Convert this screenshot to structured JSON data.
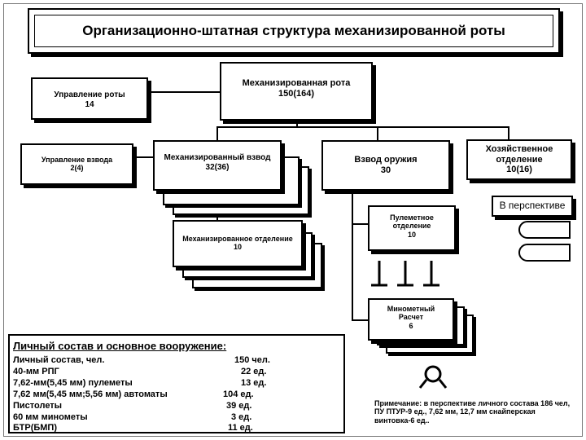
{
  "title": "Организационно-штатная структура механизированной роты",
  "boxes": {
    "company": {
      "line1": "Механизированная рота",
      "line2": "150(164)"
    },
    "company_hq": {
      "line1": "Управление роты",
      "line2": "14"
    },
    "platoon_hq": {
      "line1": "Управление взвода",
      "line2": "2(4)"
    },
    "mech_platoon": {
      "line1": "Механизированный взвод",
      "line2": "32(36)"
    },
    "weapons_platoon": {
      "line1": "Взвод оружия",
      "line2": "30"
    },
    "supply_section": {
      "line1": "Хозяйственное",
      "line2": "отделение",
      "line3": "10(16)"
    },
    "prospect": {
      "label": "В перспективе"
    },
    "mech_squad": {
      "line1": "Механизированное отделение",
      "line2": "10"
    },
    "mg_squad": {
      "line1": "Пулеметное",
      "line2": "отделение",
      "line3": "10"
    },
    "mortar_crew": {
      "line1": "Минометный",
      "line2": "Расчет",
      "line3": "6"
    }
  },
  "legend": {
    "heading": "Личный состав и основное вооружение:",
    "rows": [
      {
        "label": "Личный состав, чел.",
        "value": "150 чел."
      },
      {
        "label": "40-мм РПГ",
        "value": "22 ед."
      },
      {
        "label": "7,62-мм(5,45 мм) пулеметы",
        "value": "13 ед."
      },
      {
        "label": "7,62 мм(5,45 мм;5,56 мм) автоматы",
        "value": "104 ед."
      },
      {
        "label": "Пистолеты",
        "value": "39 ед."
      },
      {
        "label": "60 мм минометы",
        "value": "3 ед."
      },
      {
        "label": "БТР(БМП)",
        "value": "11 ед."
      }
    ]
  },
  "note": {
    "line1": "Примечание: в перспективе личного состава 186 чел,",
    "line2": "ПУ ПТУР-9 ед., 7,62 мм, 12,7 мм снайперская",
    "line3": "винтовка-6 ед.."
  }
}
